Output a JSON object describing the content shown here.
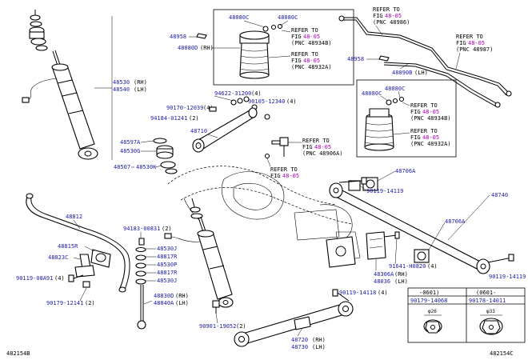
{
  "labels": {
    "p48530": "48530",
    "p48530_rh": "(RH)",
    "p48540": "48540",
    "p48540_lh": "(LH)",
    "p48080c_1": "48080C",
    "p48080c_2": "48080C",
    "p48958_1": "48958",
    "p48080d": "48080D",
    "p48080d_rh": "(RH)",
    "refer1_a": "REFER TO",
    "refer1_b": "FIG",
    "refer1_fig": "48-05",
    "refer1_c": "(PNC 48934B)",
    "refer2_a": "REFER TO",
    "refer2_b": "FIG",
    "refer2_fig": "48-05",
    "refer2_c": "(PNC 48932A)",
    "refer3_a": "REFER TO",
    "refer3_b": "FIG",
    "refer3_fig": "48-05",
    "refer3_c": "(PNC 48986)",
    "refer4_a": "REFER TO",
    "refer4_b": "FIG",
    "refer4_fig": "48-05",
    "refer4_c": "(PNC 48987)",
    "p48958_2": "48958",
    "p48090b": "48090B",
    "p48090b_lh": "(LH)",
    "p48080c_3": "48080C",
    "p48080c_4": "48080C",
    "refer5_a": "REFER TO",
    "refer5_b": "FIG",
    "refer5_fig": "48-05",
    "refer5_c": "(PNC 48934B)",
    "refer6_a": "REFER TO",
    "refer6_b": "FIG",
    "refer6_fig": "48-05",
    "refer6_c": "(PNC 48932A)",
    "p94622": "94622-31200",
    "p94622_q": "(4)",
    "p90170": "90170-12039",
    "p90170_q": "(4)",
    "p90105": "90105-12340",
    "p90105_q": "(4)",
    "p94184": "94184-01241",
    "p94184_q": "(2)",
    "p48710": "48710",
    "refer7_a": "REFER TO",
    "refer7_b": "FIG",
    "refer7_fig": "48-05",
    "refer7_c": "(PNC 48906A)",
    "refer8_a": "REFER TO",
    "refer8_b": "FIG",
    "refer8_fig": "48-05",
    "p48597a": "48597A",
    "p48530g": "48530G",
    "p48507": "48507",
    "p48530k": "48530K",
    "p48706a_1": "48706A",
    "p48740": "48740",
    "p90119_1": "90119-14119",
    "p48706a_2": "48706A",
    "p48812": "48812",
    "p94183": "94183-00831",
    "p94183_q": "(2)",
    "p48815r": "48815R",
    "p48530j_1": "48530J",
    "p48823c": "48823C",
    "p48817r_1": "48817R",
    "p48530p": "48530P",
    "p48817r_2": "48817R",
    "p48530j_2": "48530J",
    "p90119_08": "90119-08A91",
    "p90119_08_q": "(4)",
    "p90179_12141": "90179-12141",
    "p90179_12141_q": "(2)",
    "p48830d": "48830D",
    "p48830d_rh": "(RH)",
    "p48840a": "48840A",
    "p48840a_lh": "(LH)",
    "p90901": "90901-19052",
    "p90901_q": "(2)",
    "p90119_2": "90119-14118",
    "p90119_2_q": "(4)",
    "p48306a": "48306A",
    "p48306a_rh": "(RH)",
    "p48036": "48036",
    "p48036_lh": "(LH)",
    "p91641": "91641-H0820",
    "p91641_q": "(4)",
    "p90119_3": "90119-14119",
    "p48720": "48720",
    "p48720_rh": "(RH)",
    "p48730": "48730",
    "p48730_lh": "(LH)",
    "code_left": "482154B",
    "code_right": "482154C"
  },
  "table": {
    "col1_header": "-0601)",
    "col2_header": "(0601-",
    "col1_part": "90179-14068",
    "col2_part": "90178-14011",
    "col1_dim": "φ26",
    "col2_dim": "φ33"
  }
}
